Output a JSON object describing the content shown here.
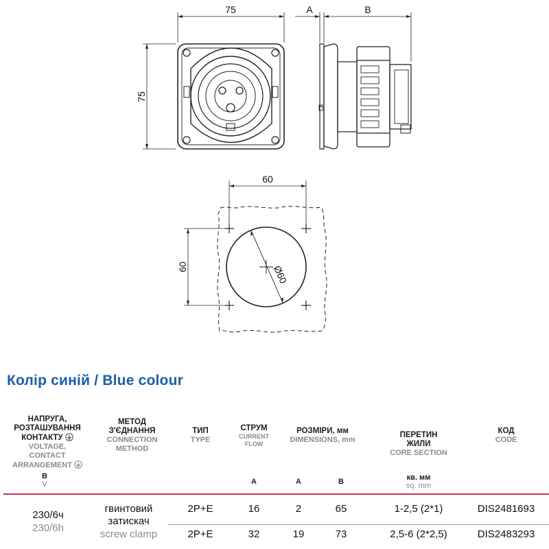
{
  "drawing": {
    "dim_width": "75",
    "dim_height": "75",
    "dim_a": "A",
    "dim_b": "B",
    "cutout_width": "60",
    "cutout_height": "60",
    "cutout_diameter": "Ø60"
  },
  "section_title": "Колір синій / Blue colour",
  "table": {
    "headers": {
      "voltage": {
        "ua": [
          "НАПРУГА,",
          "РОЗТАШУВАННЯ",
          "КОНТАКТУ"
        ],
        "en": [
          "VOLTAGE,",
          "CONTACT",
          "ARRANGEMENT"
        ]
      },
      "method": {
        "ua": [
          "МЕТОД",
          "З'ЄДНАННЯ"
        ],
        "en": [
          "CONNECTION",
          "METHOD"
        ]
      },
      "type": {
        "ua": "ТИП",
        "en": "TYPE"
      },
      "current": {
        "ua": "СТРУМ",
        "en": [
          "CURRENT",
          "FLOW"
        ]
      },
      "dimensions": {
        "ua": "РОЗМІРИ, мм",
        "en": "DIMENSIONS, mm"
      },
      "core": {
        "ua": [
          "ПЕРЕТИН",
          "ЖИЛИ"
        ],
        "en": "CORE SECTION"
      },
      "code": {
        "ua": "КОД",
        "en": "CODE"
      }
    },
    "units": {
      "voltage_ua": "В",
      "voltage_en": "V",
      "current": "A",
      "dim_a": "A",
      "dim_b": "B",
      "core_ua": "кв. мм",
      "core_en": "sq. mm"
    },
    "voltage_value_ua": "230/6ч",
    "voltage_value_en": "230/6h",
    "method_value_ua": [
      "гвинтовий",
      "затискач"
    ],
    "method_value_en": "screw clamp",
    "rows": [
      {
        "type": "2P+E",
        "current": "16",
        "a": "2",
        "b": "65",
        "core": "1-2,5 (2*1)",
        "code": "DIS2481693"
      },
      {
        "type": "2P+E",
        "current": "32",
        "a": "19",
        "b": "73",
        "core": "2,5-6 (2*2,5)",
        "code": "DIS2483293"
      }
    ]
  }
}
